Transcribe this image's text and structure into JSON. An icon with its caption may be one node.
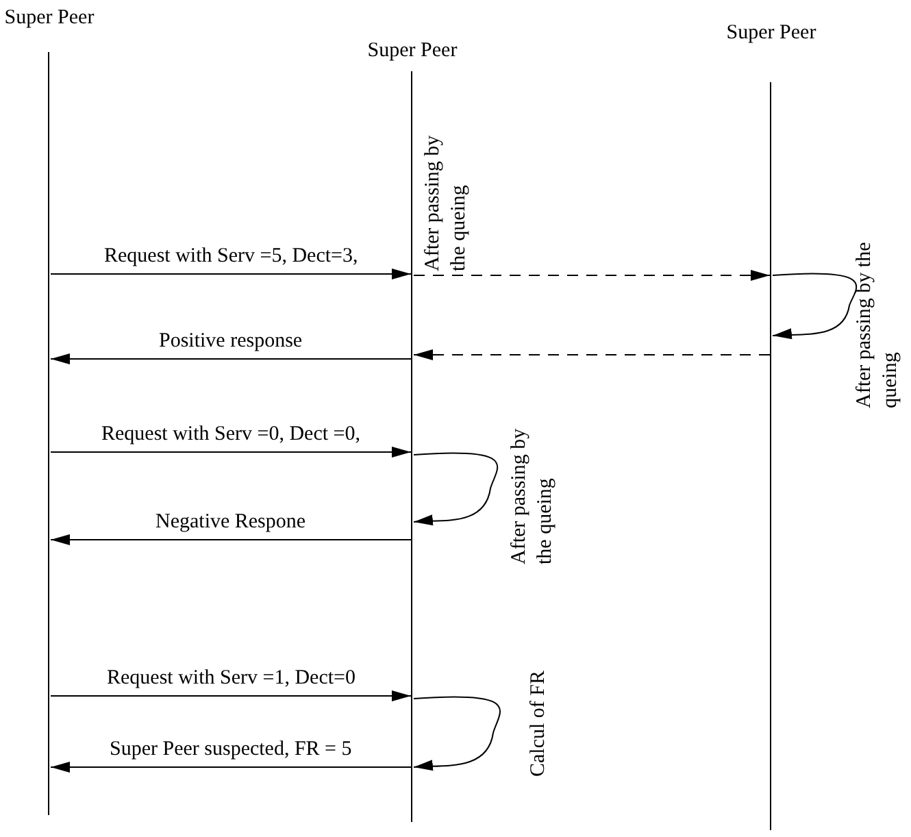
{
  "diagram": {
    "nodes": [
      {
        "text": [
          "Super Peer"
        ]
      },
      {
        "text": [
          "Super Peer"
        ]
      },
      {
        "text": [
          "Super Peer"
        ]
      }
    ],
    "edges": [
      {
        "from": 0,
        "to": 1,
        "arrow": "to",
        "label": "Request with Serv =5, Dect=3,"
      },
      {
        "from": 1,
        "to": 2,
        "arrow": "to",
        "style": "dashed"
      },
      {
        "from": 2,
        "to": 2,
        "arrow": "to"
      },
      {
        "from": 2,
        "to": 1,
        "arrow": "to",
        "style": "dashed"
      },
      {
        "from": 1,
        "to": 0,
        "arrow": "to",
        "label": "Positive response"
      },
      {
        "from": 0,
        "to": 1,
        "arrow": "to",
        "label": "Request with Serv =0, Dect =0,"
      },
      {
        "from": 1,
        "to": 1,
        "arrow": "to"
      },
      {
        "from": 1,
        "to": 0,
        "arrow": "to",
        "label": "Negative Respone"
      },
      {
        "from": 0,
        "to": 1,
        "arrow": "to",
        "label": "Request with Serv =1, Dect=0"
      },
      {
        "from": 1,
        "to": 1,
        "arrow": "to"
      },
      {
        "from": 1,
        "to": 0,
        "arrow": "to",
        "label": "Super Peer suspected, FR = 5"
      }
    ],
    "labels": [
      "After passing by the queing",
      "After passing by the queing",
      "After passing by the queing",
      "Calcul of FR"
    ]
  }
}
